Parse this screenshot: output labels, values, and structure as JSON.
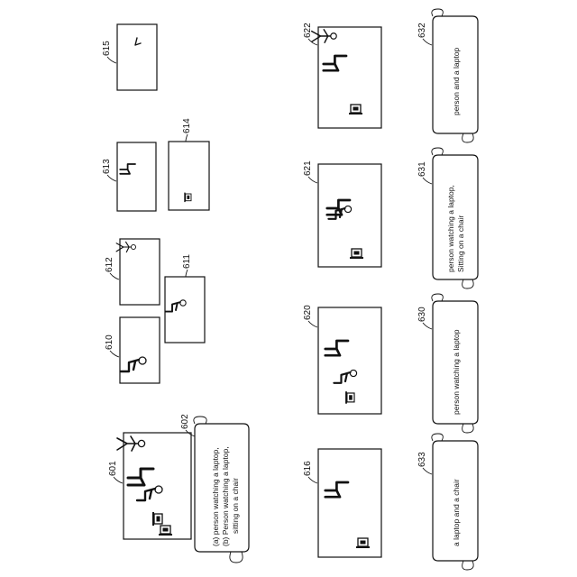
{
  "labels": {
    "l601": "601",
    "l602": "602",
    "l610": "610",
    "l611": "611",
    "l612": "612",
    "l613": "613",
    "l614": "614",
    "l615": "615",
    "l616": "616",
    "l620": "620",
    "l621": "621",
    "l622": "622",
    "l630": "630",
    "l631": "631",
    "l632": "632",
    "l633": "633"
  },
  "scrolls": {
    "s602": {
      "line1": "(a) person watching a laptop,",
      "line2": "(b) Person watching a laptop,",
      "line3": "sitting on a chair"
    },
    "s630": {
      "line1": "person watching a laptop"
    },
    "s631": {
      "line1": "person watching a laptop,",
      "line2": "Sitting on a chair"
    },
    "s632": {
      "line1": "person and a laptop"
    },
    "s633": {
      "line1": "a laptop and a chair"
    }
  }
}
